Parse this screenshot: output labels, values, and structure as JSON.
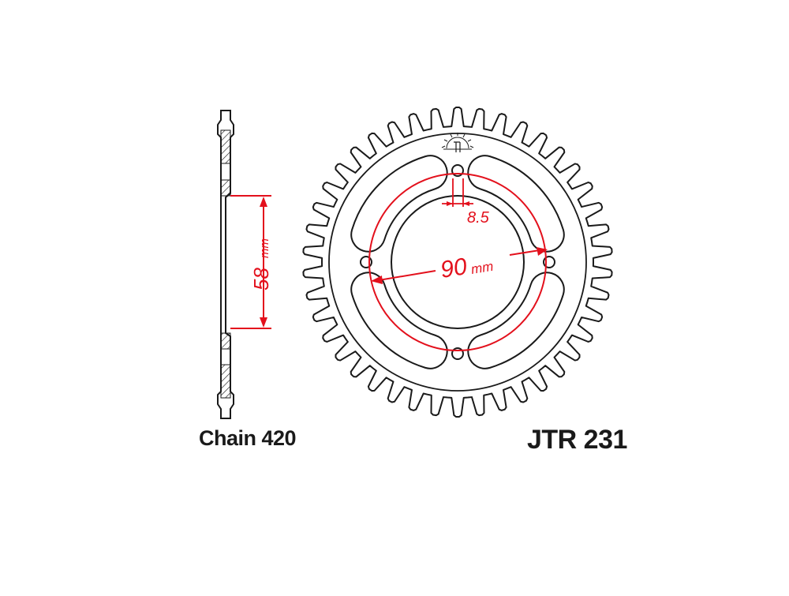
{
  "chain_label": "Chain 420",
  "part_number": "JTR 231",
  "dimensions": {
    "bore_value": "58",
    "bore_unit": "mm",
    "pcd_value": "90",
    "pcd_unit": "mm",
    "hole_value": "8.5"
  },
  "colors": {
    "outline": "#1a1a1a",
    "dimension": "#e3101c"
  },
  "teeth_count": 42,
  "bolt_holes": 4,
  "icons": [
    "jt-sun-logo-icon"
  ]
}
